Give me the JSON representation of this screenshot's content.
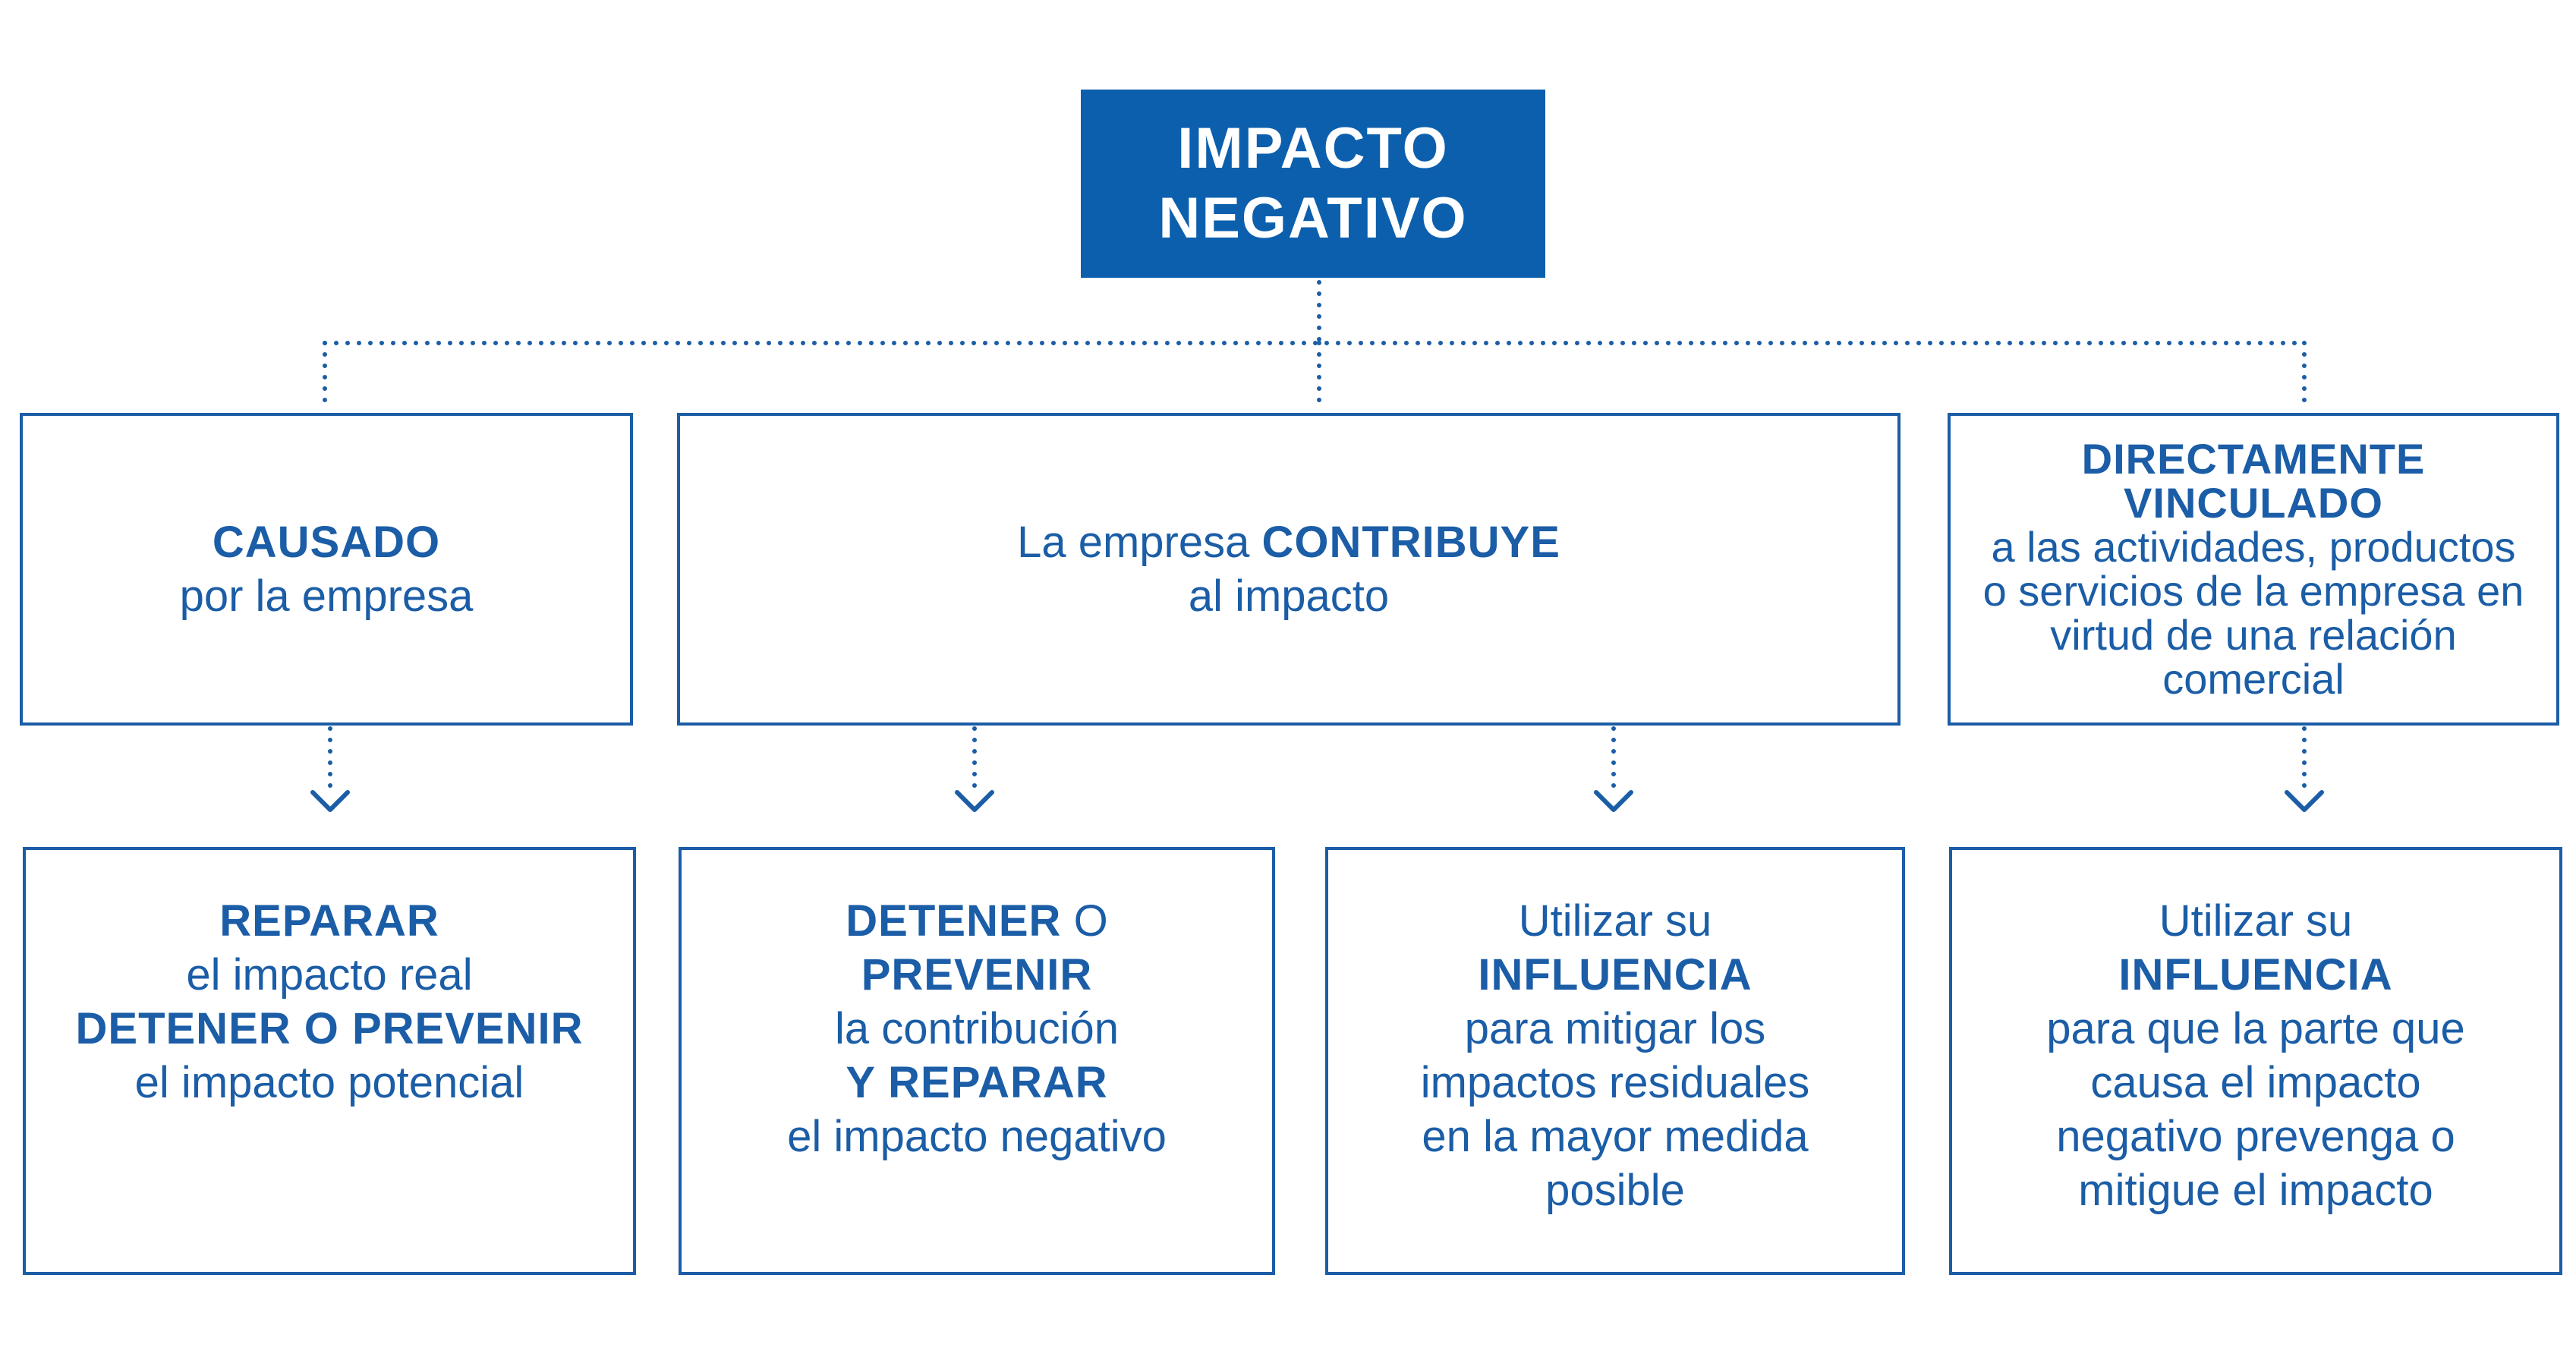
{
  "colors": {
    "primary": "#1b5da6",
    "header_fill": "#0c5fad",
    "header_text": "#ffffff"
  },
  "header": {
    "line1": "IMPACTO",
    "line2": "NEGATIVO"
  },
  "categories": {
    "causado": {
      "title": "CAUSADO",
      "text": "por la empresa"
    },
    "contribuye": {
      "text_pre": "La empresa ",
      "bold": "CONTRIBUYE",
      "text_line2": "al impacto"
    },
    "vinculado": {
      "title_line1": "DIRECTAMENTE",
      "title_line2": "VINCULADO",
      "text_lines": [
        "a las actividades, productos",
        "o servicios de la empresa en",
        "virtud de una relación",
        "comercial"
      ]
    }
  },
  "actions": {
    "reparar": {
      "l1": "REPARAR",
      "l2": "el impacto real",
      "l3": "DETENER O PREVENIR",
      "l4": "el impacto potencial"
    },
    "detener": {
      "l1_bold": "DETENER",
      "l1_rest": " O",
      "l2": "PREVENIR",
      "l3": "la contribución",
      "l4": "Y REPARAR",
      "l5": "el impacto negativo"
    },
    "influencia_mitigar": {
      "l1": "Utilizar su",
      "l2": "INFLUENCIA",
      "l3": "para mitigar los",
      "l4": "impactos residuales",
      "l5": "en la mayor medida",
      "l6": "posible"
    },
    "influencia_prevenga": {
      "l1": "Utilizar su",
      "l2": "INFLUENCIA",
      "l3": "para que la parte que",
      "l4": "causa el impacto",
      "l5": "negativo prevenga o",
      "l6": "mitigue el impacto"
    }
  }
}
